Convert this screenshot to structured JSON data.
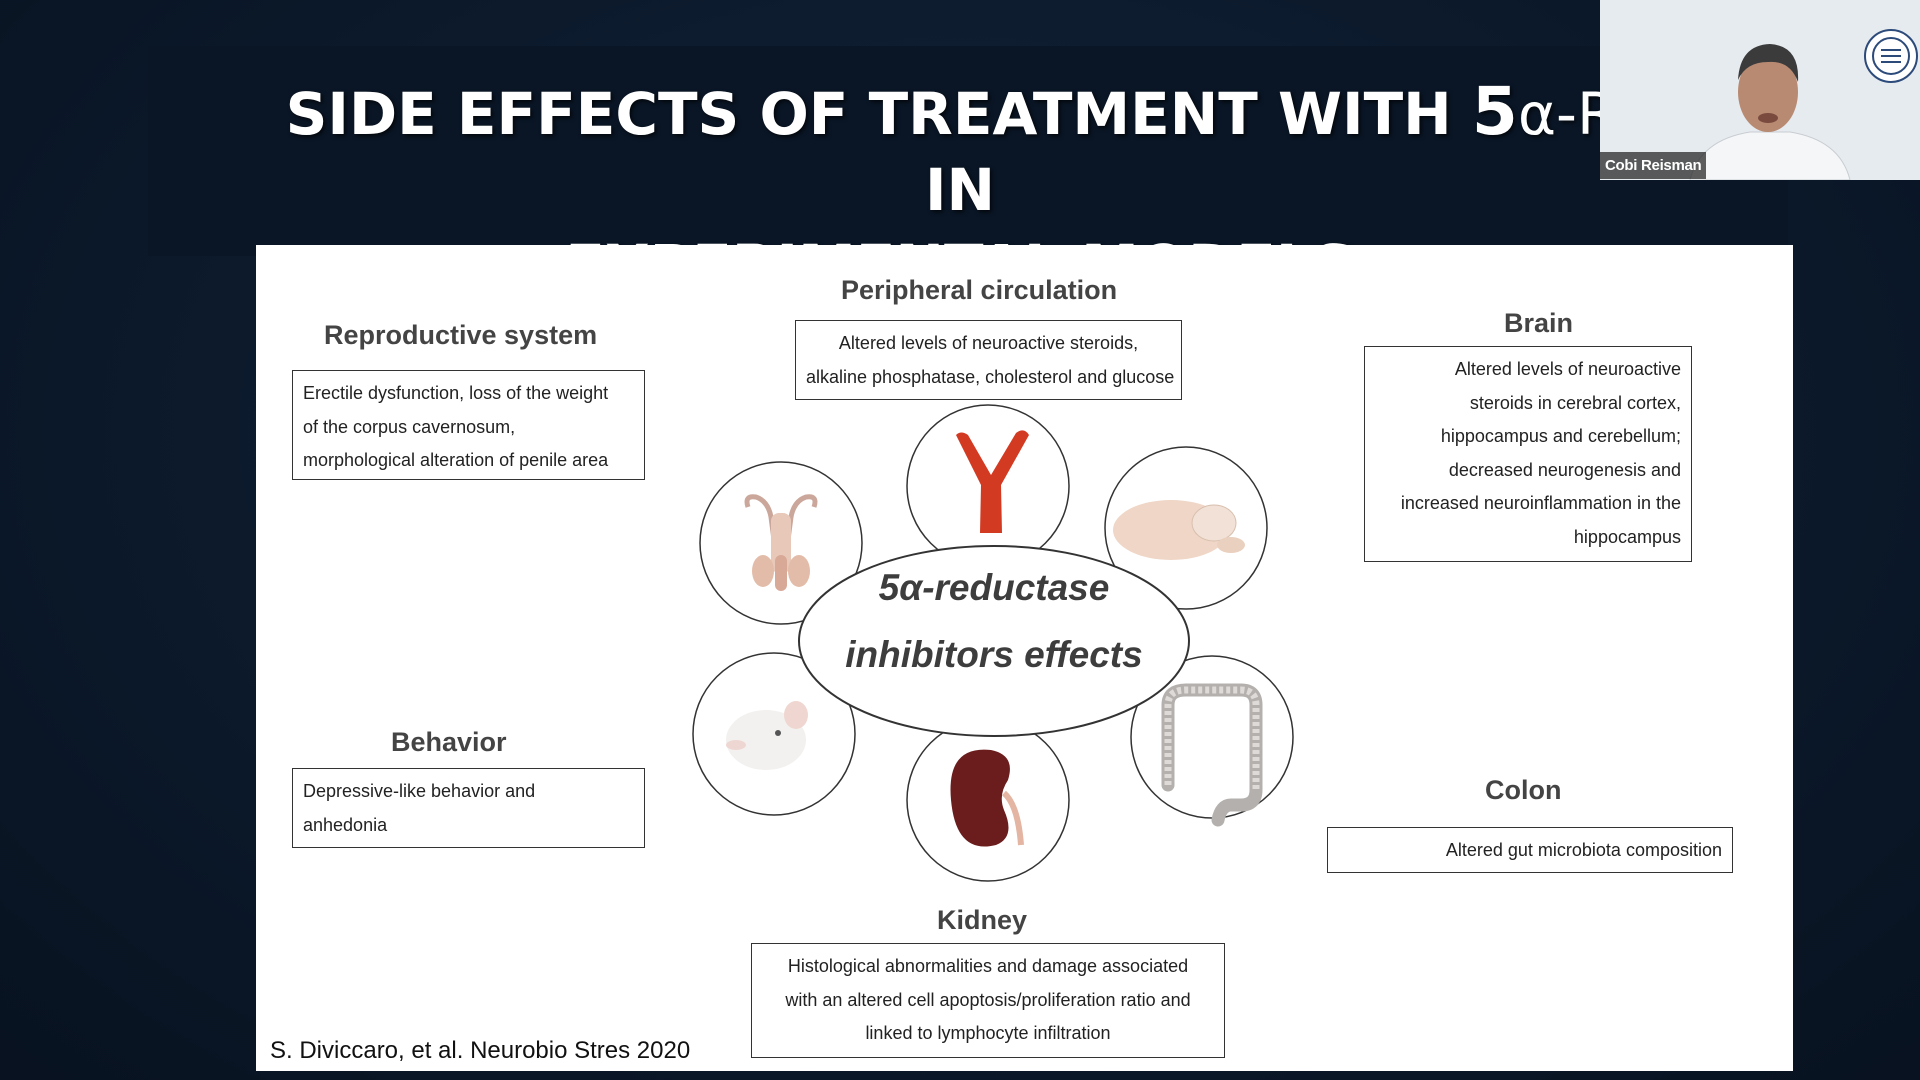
{
  "slide": {
    "title_line1_a": "SIDE EFFECTS OF TREATMENT WITH ",
    "title_5": "5",
    "title_alpha": "α",
    "title_ri": "-RI",
    "title_line1_b": " IN",
    "title_line2": "EXPERIMENTAL MODELS",
    "citation": "S. Diviccaro, et al. Neurobio Stres 2020"
  },
  "figure": {
    "center_line1": "5α-reductase",
    "center_line2": "inhibitors effects",
    "reproductive": {
      "heading": "Reproductive system",
      "lines": [
        "Erectile dysfunction, loss of the weight",
        "of the corpus cavernosum,",
        "morphological alteration of penile area"
      ]
    },
    "peripheral": {
      "heading": "Peripheral circulation",
      "lines": [
        "Altered levels of neuroactive steroids,",
        "alkaline phosphatase, cholesterol and glucose"
      ]
    },
    "brain": {
      "heading": "Brain",
      "lines": [
        "Altered levels of neuroactive",
        "steroids in cerebral cortex,",
        "hippocampus and cerebellum;",
        "decreased neurogenesis and",
        "increased neuroinflammation in the",
        "hippocampus"
      ]
    },
    "behavior": {
      "heading": "Behavior",
      "lines": [
        "Depressive-like behavior  and",
        "anhedonia"
      ]
    },
    "colon": {
      "heading": "Colon",
      "lines": [
        "Altered gut microbiota composition"
      ]
    },
    "kidney": {
      "heading": "Kidney",
      "lines": [
        "Histological abnormalities and damage associated",
        "with an altered cell apoptosis/proliferation ratio and",
        "linked to lymphocyte infiltration"
      ]
    },
    "icons": [
      "reproductive-organs-icon",
      "blood-vessel-icon",
      "brain-icon",
      "mouse-icon",
      "kidney-icon",
      "colon-icon"
    ]
  },
  "webcam": {
    "participant_name": "Cobi Reisman"
  },
  "colors": {
    "background": "#0c1a2c",
    "title": "#ffffff",
    "heading": "#444444",
    "vessel": "#d33a22",
    "kidney": "#6b1d1d"
  }
}
